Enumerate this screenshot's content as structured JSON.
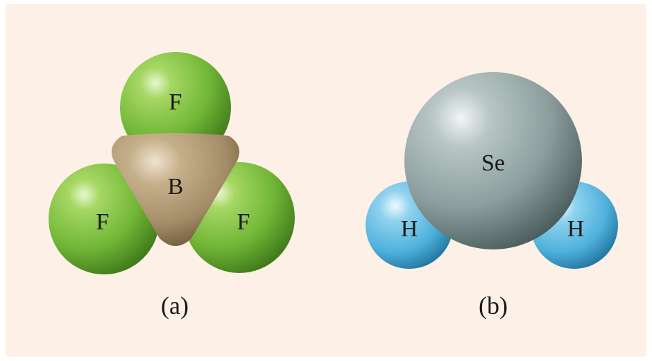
{
  "colors": {
    "background": "#fdf0e6",
    "fluorine": "#7cc242",
    "boron": "#b09a78",
    "selenium": "#8fa3a2",
    "hydrogen": "#5cb8e0"
  },
  "molecule_a": {
    "caption": "(a)",
    "atoms": {
      "f_top": "F",
      "f_left": "F",
      "f_right": "F",
      "b_center": "B"
    }
  },
  "molecule_b": {
    "caption": "(b)",
    "atoms": {
      "se_center": "Se",
      "h_left": "H",
      "h_right": "H"
    }
  }
}
